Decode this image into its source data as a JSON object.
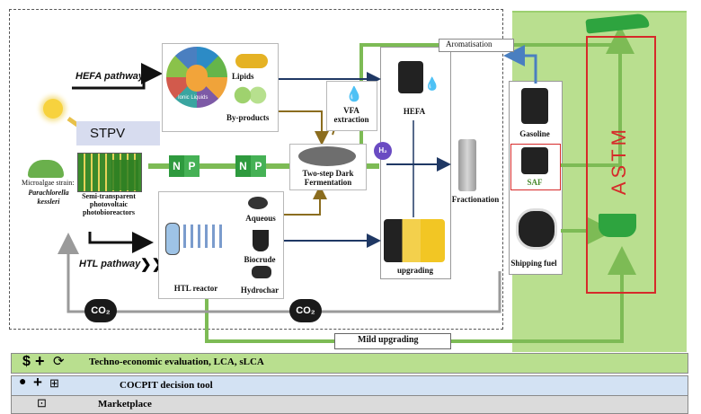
{
  "labels": {
    "hefa_pathway": "HEFA pathway",
    "htl_pathway": "HTL pathway",
    "stpv": "STPV",
    "microalgae": "Microalgae strain:",
    "strain": "Parachlorella kessleri",
    "pbr": "Semi-transparent photovoltaic photobioreactors",
    "lipids": "Lipids",
    "byproducts": "By-products",
    "ionic_liquids": "Ionic Liquids",
    "vfa": "VFA extraction",
    "dark_fermentation": "Two-step Dark Fermentation",
    "hefa": "HEFA",
    "h2": "H₂",
    "fractionation": "Fractionation",
    "aromatisation": "Aromatisation",
    "aqueous": "Aqueous",
    "biocrude": "Biocrude",
    "hydrochar": "Hydrochar",
    "htl_reactor": "HTL reactor",
    "upgrading": "upgrading",
    "gasoline": "Gasoline",
    "saf": "SAF",
    "shipping_fuel": "Shipping fuel",
    "astm": "ASTM",
    "co2": "CO₂",
    "mild_upgrading": "Mild upgrading",
    "n": "N",
    "p": "P"
  },
  "bars": {
    "techno": "Techno-economic evaluation, LCA, sLCA",
    "cocpit": "COCPIT decision tool",
    "marketplace": "Marketplace"
  },
  "colors": {
    "green_band": "#b9df8f",
    "arrow_green": "#7dbb55",
    "astm_red": "#d62a2a",
    "navy": "#1f3864",
    "brown": "#8b6d1f",
    "blue": "#4a7fc0"
  }
}
